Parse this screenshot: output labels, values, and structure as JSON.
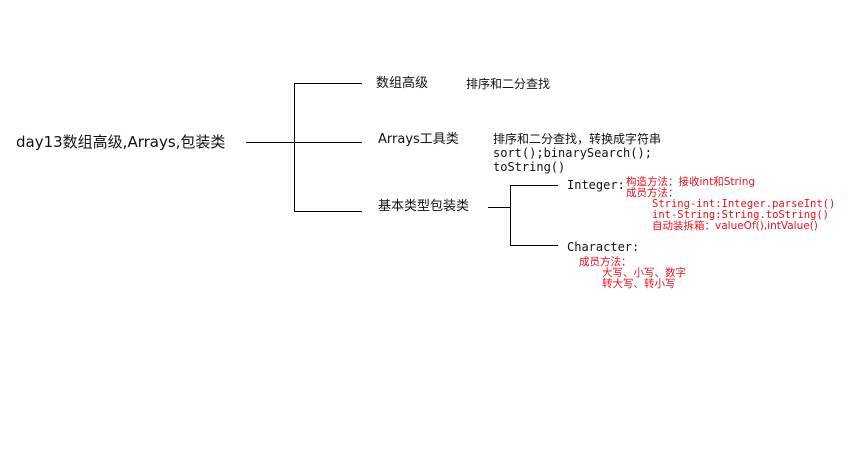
{
  "root": "day13数组高级,Arrays,包装类",
  "branches": {
    "array_advanced": {
      "label": "数组高级",
      "note": "排序和二分查找"
    },
    "arrays_tool": {
      "label": "Arrays工具类",
      "notes": [
        "排序和二分查找，转换成字符串",
        "sort();binarySearch();",
        "toString()"
      ]
    },
    "wrapper": {
      "label": "基本类型包装类",
      "integer": {
        "label": "Integer:",
        "notes": [
          "构造方法：接收int和String",
          "成员方法：",
          "String-int:Integer.parseInt()",
          "int-String:String.toString()",
          "自动装拆箱：valueOf(),intValue()"
        ]
      },
      "character": {
        "label": "Character:",
        "notes": [
          "成员方法：",
          "大写、小写、数字",
          "转大写、转小写"
        ]
      }
    }
  },
  "colors": {
    "line": "#000000",
    "text": "#111111",
    "note_red": "#e8111a"
  }
}
